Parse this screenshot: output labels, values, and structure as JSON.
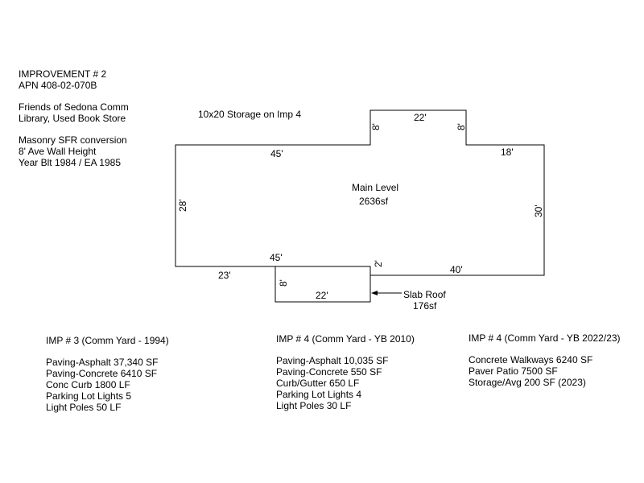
{
  "header": {
    "title": "IMPROVEMENT # 2",
    "apn": "APN 408-02-070B",
    "owner_line1": "Friends of Sedona Comm",
    "owner_line2": "Library, Used Book Store",
    "desc_line1": "Masonry SFR conversion",
    "desc_line2": "8' Ave Wall Height",
    "desc_line3": "Year Blt 1984 / EA 1985"
  },
  "sketch": {
    "storage_note": "10x20 Storage on Imp 4",
    "area_name": "Main Level",
    "area_size": "2636sf",
    "dimensions": {
      "top_left": "45'",
      "bump_left": "8'",
      "bump_top": "22'",
      "bump_right": "8'",
      "top_right": "18'",
      "right_side": "30'",
      "left_side": "28'",
      "bottom_left": "23'",
      "bottom_mid": "45'",
      "step": "2'",
      "bottom_right": "40'",
      "slab_left": "8'",
      "slab_bottom": "22'"
    },
    "slab_label": "Slab Roof",
    "slab_area": "176sf"
  },
  "improvements": [
    {
      "title": "IMP # 3 (Comm Yard - 1994)",
      "items": [
        "Paving-Asphalt 37,340 SF",
        "Paving-Concrete 6410 SF",
        "Conc Curb 1800 LF",
        "Parking Lot Lights 5",
        "Light Poles 50 LF"
      ]
    },
    {
      "title": "IMP # 4 (Comm Yard - YB  2010)",
      "items": [
        "Paving-Asphalt 10,035 SF",
        "Paving-Concrete 550 SF",
        "Curb/Gutter 650 LF",
        "Parking Lot Lights 4",
        "Light Poles 30 LF"
      ]
    },
    {
      "title": "IMP # 4 (Comm Yard - YB 2022/23)",
      "items": [
        "Concrete Walkways 6240 SF",
        "Paver Patio 7500 SF",
        "Storage/Avg 200 SF (2023)"
      ]
    }
  ]
}
